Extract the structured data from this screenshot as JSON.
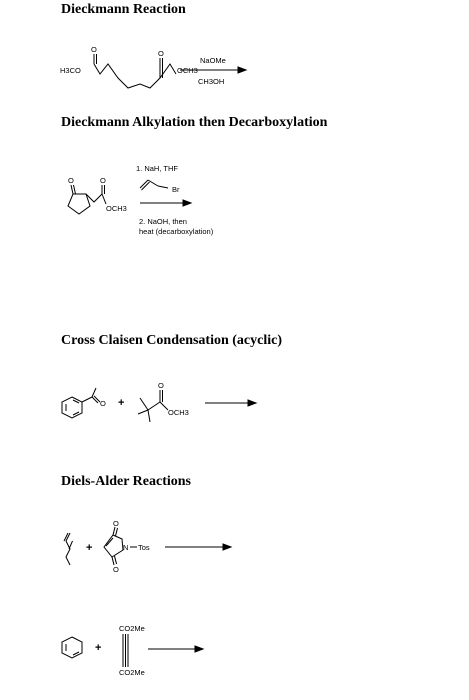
{
  "sections": [
    {
      "title": "Dieckmann Reaction",
      "reactant_labels": {
        "left_ester": "H3CO",
        "right_ester": "OCH3",
        "carbonyl_o": "O"
      },
      "conditions_above": "NaOMe",
      "conditions_below": "CH3OH"
    },
    {
      "title": "Dieckmann Alkylation then Decarboxylation",
      "reactant_labels": {
        "carbonyl_o": "O",
        "ester": "OCH3"
      },
      "step1": "1. NaH, THF",
      "reagent_label": "Br",
      "step2_line1": "2. NaOH, then",
      "step2_line2": "heat (decarboxylation)"
    },
    {
      "title": "Cross Claisen Condensation (acyclic)",
      "plus": "+",
      "reactant_labels": {
        "ketone_o": "O",
        "ester_o": "O",
        "ester": "OCH3"
      }
    },
    {
      "title": "Diels-Alder Reactions",
      "reaction1": {
        "plus": "+",
        "n_label": "N",
        "tos_label": "Tos",
        "o_label": "O"
      },
      "reaction2": {
        "plus": "+",
        "top_sub": "CO2Me",
        "bottom_sub": "CO2Me"
      }
    }
  ]
}
